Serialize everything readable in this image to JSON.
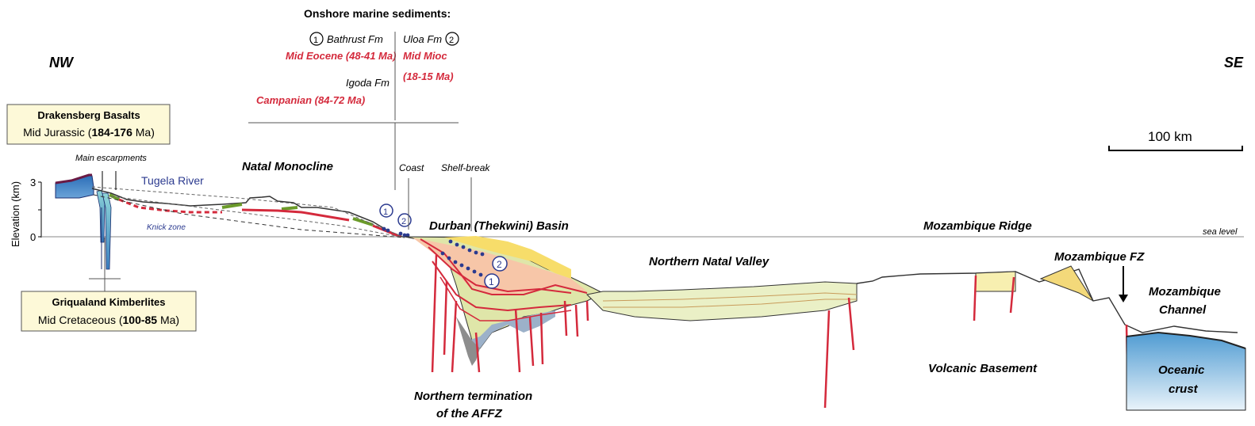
{
  "direction_left": "NW",
  "direction_right": "SE",
  "sediments": {
    "heading": "Onshore marine sediments:",
    "marker1": "1",
    "marker2": "2",
    "bathrust_fm": "Bathrust Fm",
    "mid_eocene": "Mid Eocene (48-41 Ma)",
    "igoda_fm": "Igoda Fm",
    "campanian": "Campanian (84-72 Ma)",
    "uloa_fm": "Uloa Fm",
    "mid_mioc": "Mid Mioc",
    "mid_mioc_age": "(18-15 Ma)"
  },
  "drakensberg": {
    "title": "Drakensberg Basalts",
    "age_prefix": "Mid Jurassic (",
    "age_value": "184-176",
    "age_suffix": " Ma)"
  },
  "griqualand": {
    "title": "Griqualand Kimberlites",
    "age_prefix": "Mid Cretaceous (",
    "age_value": "100-85",
    "age_suffix": " Ma)"
  },
  "labels": {
    "main_escarpments": "Main escarpments",
    "tugela_river": "Tugela River",
    "knick_zone": "Knick zone",
    "natal_monocline": "Natal Monocline",
    "coast": "Coast",
    "shelf_break": "Shelf-break",
    "durban_basin": "Durban (Thekwini) Basin",
    "mozambique_ridge": "Mozambique Ridge",
    "sea_level": "sea level",
    "northern_natal_valley": "Northern Natal Valley",
    "mozambique_fz": "Mozambique FZ",
    "mozambique_channel_1": "Mozambique",
    "mozambique_channel_2": "Channel",
    "volcanic_basement": "Volcanic Basement",
    "oceanic_crust_1": "Oceanic",
    "oceanic_crust_2": "crust",
    "affz_1": "Northern termination",
    "affz_2": "of the AFFZ"
  },
  "axis": {
    "ylabel": "Elevation (km)",
    "ticks": [
      "3",
      "0"
    ]
  },
  "scale_bar": "100 km",
  "colors": {
    "basalt_blue": "#3b7cc4",
    "fault_red": "#d42a3c",
    "marker_blue": "#2b3a8f",
    "ocean_blue": "#7fb8de",
    "box_fill": "#fdf9d8"
  }
}
